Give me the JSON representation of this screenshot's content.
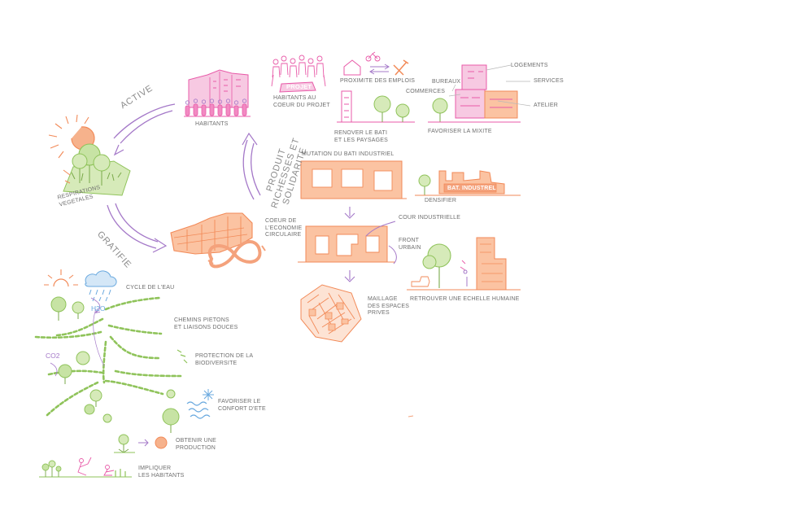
{
  "colors": {
    "green": "#8fc35a",
    "green_fill": "#d6eab9",
    "orange": "#f28a58",
    "orange_fill": "#fbc3a2",
    "pink": "#e85aa8",
    "pink_fill": "#f7c9e2",
    "purple": "#a478c8",
    "blue": "#6aa9df",
    "grey": "#9a9a9a"
  },
  "labels": {
    "active": "ACTIVE",
    "gratifie": "GRATIFIE",
    "produit": "PRODUIT\nRICHESSES ET\nSOLIDARITE",
    "habitants": "HABITANTS",
    "respirations": "RESPIRATIONS\nVEGETALES",
    "coeur_eco": "COEUR DE\nL'ECONOMIE\nCIRCULAIRE",
    "projet_sign": "PROJET",
    "habitants_coeur": "HABITANTS AU\nCOEUR DU PROJET",
    "proximite": "PROXIMITE DES EMPLOIS",
    "renover": "RENOVER LE BATI\nET LES PAYSAGES",
    "logements": "LOGEMENTS",
    "bureaux": "BUREAUX",
    "services": "SERVICES",
    "commerces": "COMMERCES",
    "atelier": "ATELIER",
    "mixite": "FAVORISER LA MIXITE",
    "mutation": "MUTATION DU BATI INDUSTRIEL",
    "bat_industriel": "BAT. INDUSTREL",
    "densifier": "DENSIFIER",
    "cour": "COUR INDUSTRIELLE",
    "front": "FRONT\nURBAIN",
    "echelle": "RETROUVER UNE ECHELLE HUMAINE",
    "maillage": "MAILLAGE\nDES ESPACES\nPRIVES",
    "cycle_eau": "CYCLE DE L'EAU",
    "h2o": "H2O",
    "co2": "CO2",
    "chemins": "CHEMINS PIETONS\nET LIAISONS DOUCES",
    "protection": "PROTECTION DE LA\nBIODIVERSITE",
    "confort": "FAVORISER LE\nCONFORT D'ETE",
    "production": "OBTENIR UNE\nPRODUCTION",
    "impliquer": "IMPLIQUER\nLES HABITANTS"
  },
  "icons": [
    "sun-icon",
    "cloud-rain-icon",
    "snowflake-icon",
    "heat-wave-icon",
    "tree-icon",
    "arrow-down-icon",
    "exchange-arrows-icon",
    "bicycle-icon",
    "tools-icon",
    "recycle-loop-icon"
  ]
}
